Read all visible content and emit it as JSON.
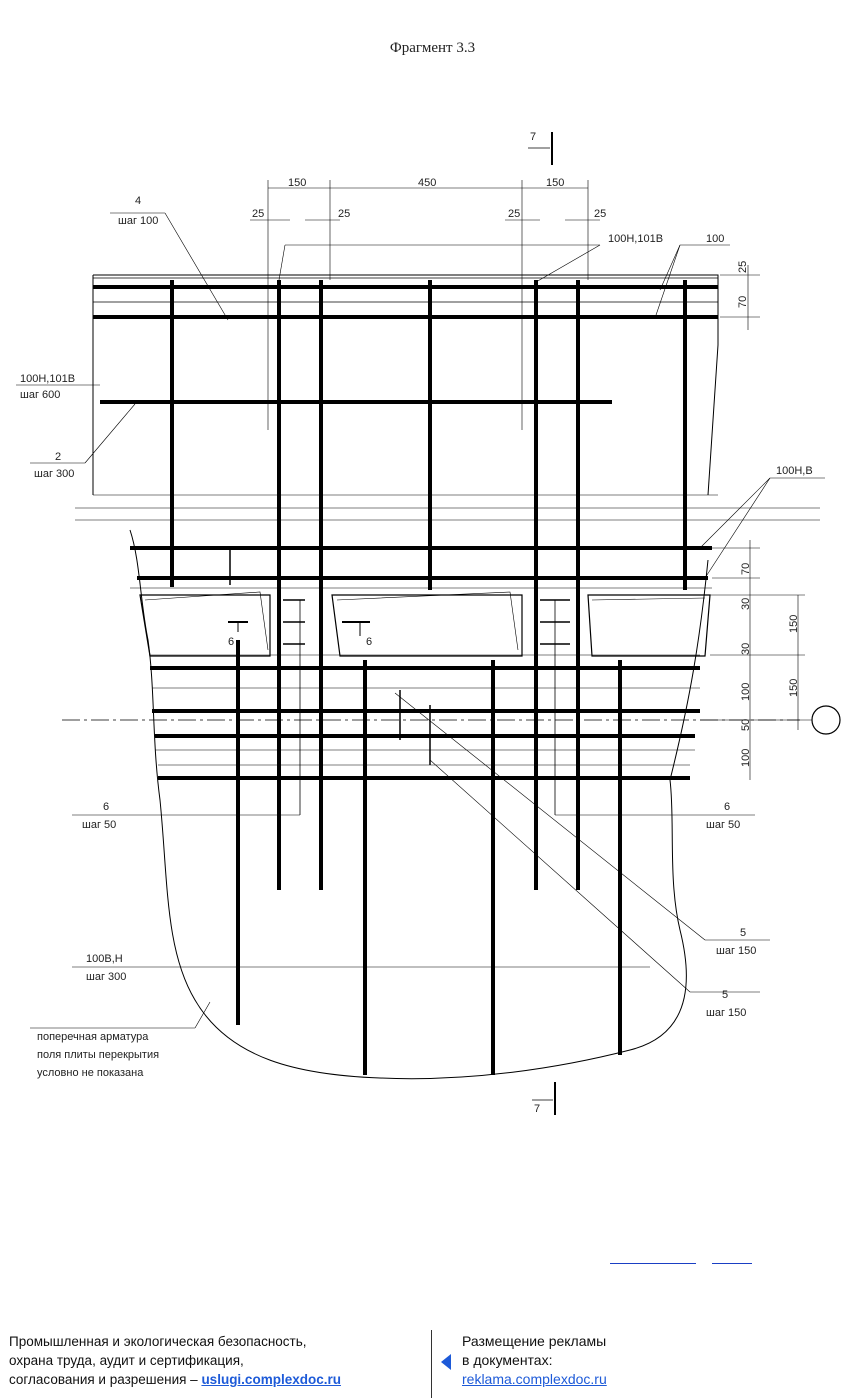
{
  "title": "Фрагмент 3.3",
  "drawing": {
    "section_mark": "7",
    "dims_top": [
      "150",
      "450",
      "150"
    ],
    "dims_small": [
      "25",
      "25",
      "25",
      "25"
    ],
    "dims_right": [
      "25",
      "70",
      "70",
      "30",
      "30",
      "100",
      "50",
      "100"
    ],
    "dims_right_outer": [
      "150",
      "150"
    ],
    "callouts": {
      "c4": "4",
      "c4_step": "шаг 100",
      "c100h_top": "100Н,101В",
      "c100_top": "100",
      "c100h_left": "100Н,101В",
      "c100h_left_step": "шаг 600",
      "c2": "2",
      "c2_step": "шаг 300",
      "c100hv": "100Н,В",
      "c6_left": "6",
      "c6_left_step": "шаг 50",
      "c6_right": "6",
      "c6_right_step": "шаг 50",
      "c5a": "5",
      "c5a_step": "шаг 150",
      "c5b": "5",
      "c5b_step": "шаг 150",
      "c100vh": "100В,Н",
      "c100vh_step": "шаг 300",
      "section6": "6",
      "note_line1": "поперечная арматура",
      "note_line2": "поля плиты перекрытия",
      "note_line3": "условно не показана"
    }
  },
  "footer": {
    "left_line1": "Промышленная и экологическая безопасность,",
    "left_line2": "охрана труда, аудит и сертификация,",
    "left_line3_prefix": "согласования и разрешения – ",
    "left_link": "uslugi.complexdoc.ru",
    "right_line1": "Размещение рекламы",
    "right_line2": "в документах:",
    "right_link": "reklama.complexdoc.ru",
    "arrow_icon": "left-arrow-icon"
  }
}
